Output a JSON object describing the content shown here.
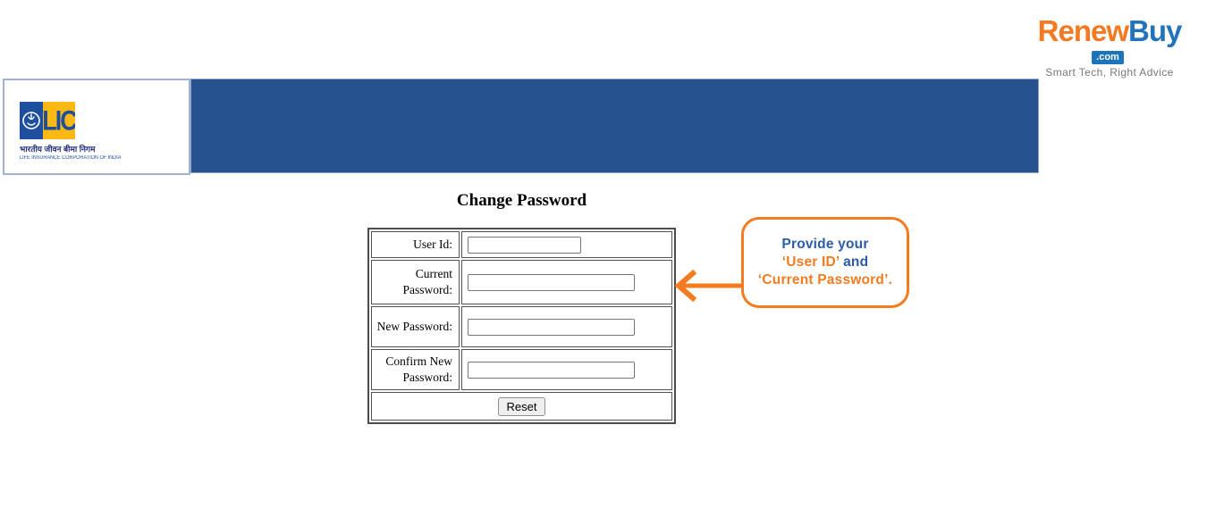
{
  "brand": {
    "renew": "Renew",
    "buy": "Buy",
    "com": ".com",
    "tagline": "Smart Tech, Right Advice",
    "orange": "#F47920",
    "blue": "#2273B9",
    "com_bg": "#1C75BC"
  },
  "lic": {
    "acronym": "LIC",
    "hindi": "भारतीय जीवन बीमा निगम",
    "full_name": "LIFE INSURANCE CORPORATION OF INDIA",
    "blue": "#1D4F9E",
    "yellow": "#FDB913"
  },
  "banner": {
    "color": "#26528D"
  },
  "page": {
    "title": "Change Password"
  },
  "form": {
    "rows": [
      {
        "label": "User Id:",
        "value": "",
        "size": "short"
      },
      {
        "label": "Current Password:",
        "value": "",
        "size": "long"
      },
      {
        "label": "New Password:",
        "value": "",
        "size": "long"
      },
      {
        "label": "Confirm New Password:",
        "value": "",
        "size": "long"
      }
    ],
    "reset_label": "Reset"
  },
  "callout": {
    "line1": "Provide your",
    "line2_highlight": "‘User ID’",
    "line2_rest": " and",
    "line3": "‘Current Password’.",
    "border_color": "#F47B20",
    "text_blue": "#2A5CAA",
    "text_orange": "#F47B20"
  }
}
